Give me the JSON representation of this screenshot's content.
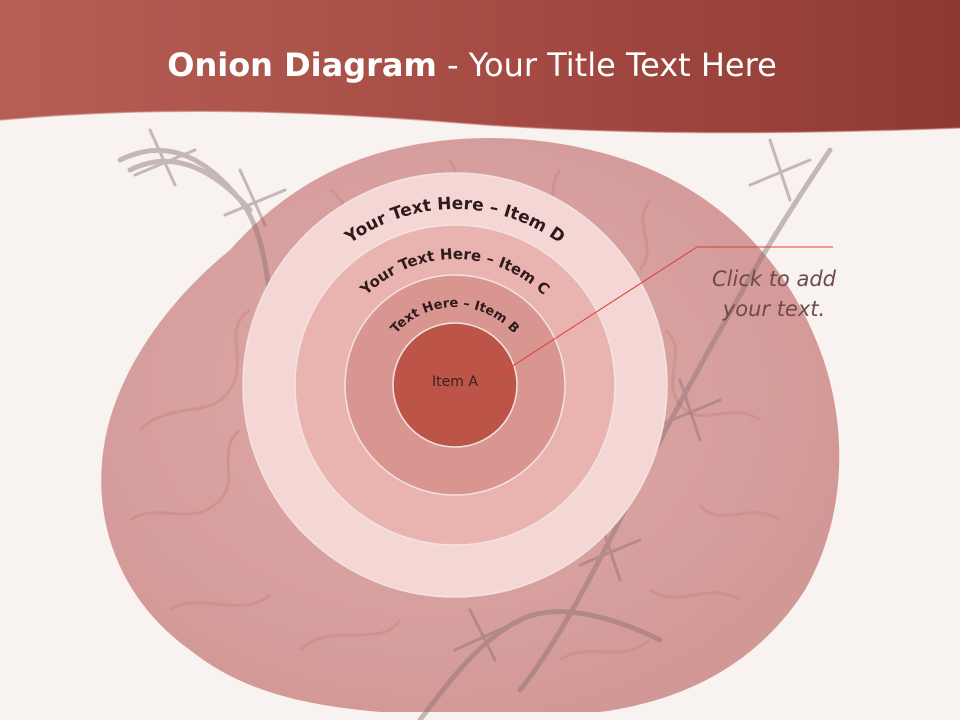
{
  "slide": {
    "title_bold": "Onion Diagram",
    "title_rest": " - Your Title Text Here",
    "callout": {
      "line1": "Click  to add",
      "line2": "your text."
    }
  },
  "onion": {
    "layers": [
      {
        "label": "Item A",
        "color": "#bd5448"
      },
      {
        "label": "Text Here – Item B",
        "color": "#d99691"
      },
      {
        "label": "Your Text Here – Item C",
        "color": "#e9b4b0"
      },
      {
        "label": "Your Text Here – Item D",
        "color": "#f4d7d4"
      }
    ]
  },
  "colors": {
    "header": "#b35a4e",
    "header_dark": "#8f3a33",
    "background": "#f8f2f1",
    "brain": "#c77c7a",
    "wire": "#8a7072",
    "connector": "#e23a36"
  }
}
